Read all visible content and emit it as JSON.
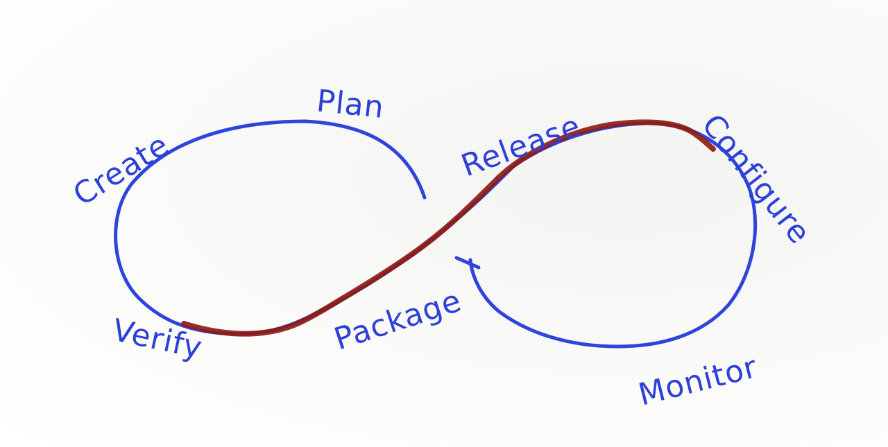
{
  "diagram": {
    "title": "",
    "stages": {
      "plan": "Plan",
      "create": "Create",
      "verify": "Verify",
      "package": "Package",
      "release": "Release",
      "configure": "Configure",
      "monitor": "Monitor"
    },
    "colors": {
      "loop": "#2e45dc",
      "highlight": "#8e1b14",
      "text": "#2c3fd8"
    }
  }
}
